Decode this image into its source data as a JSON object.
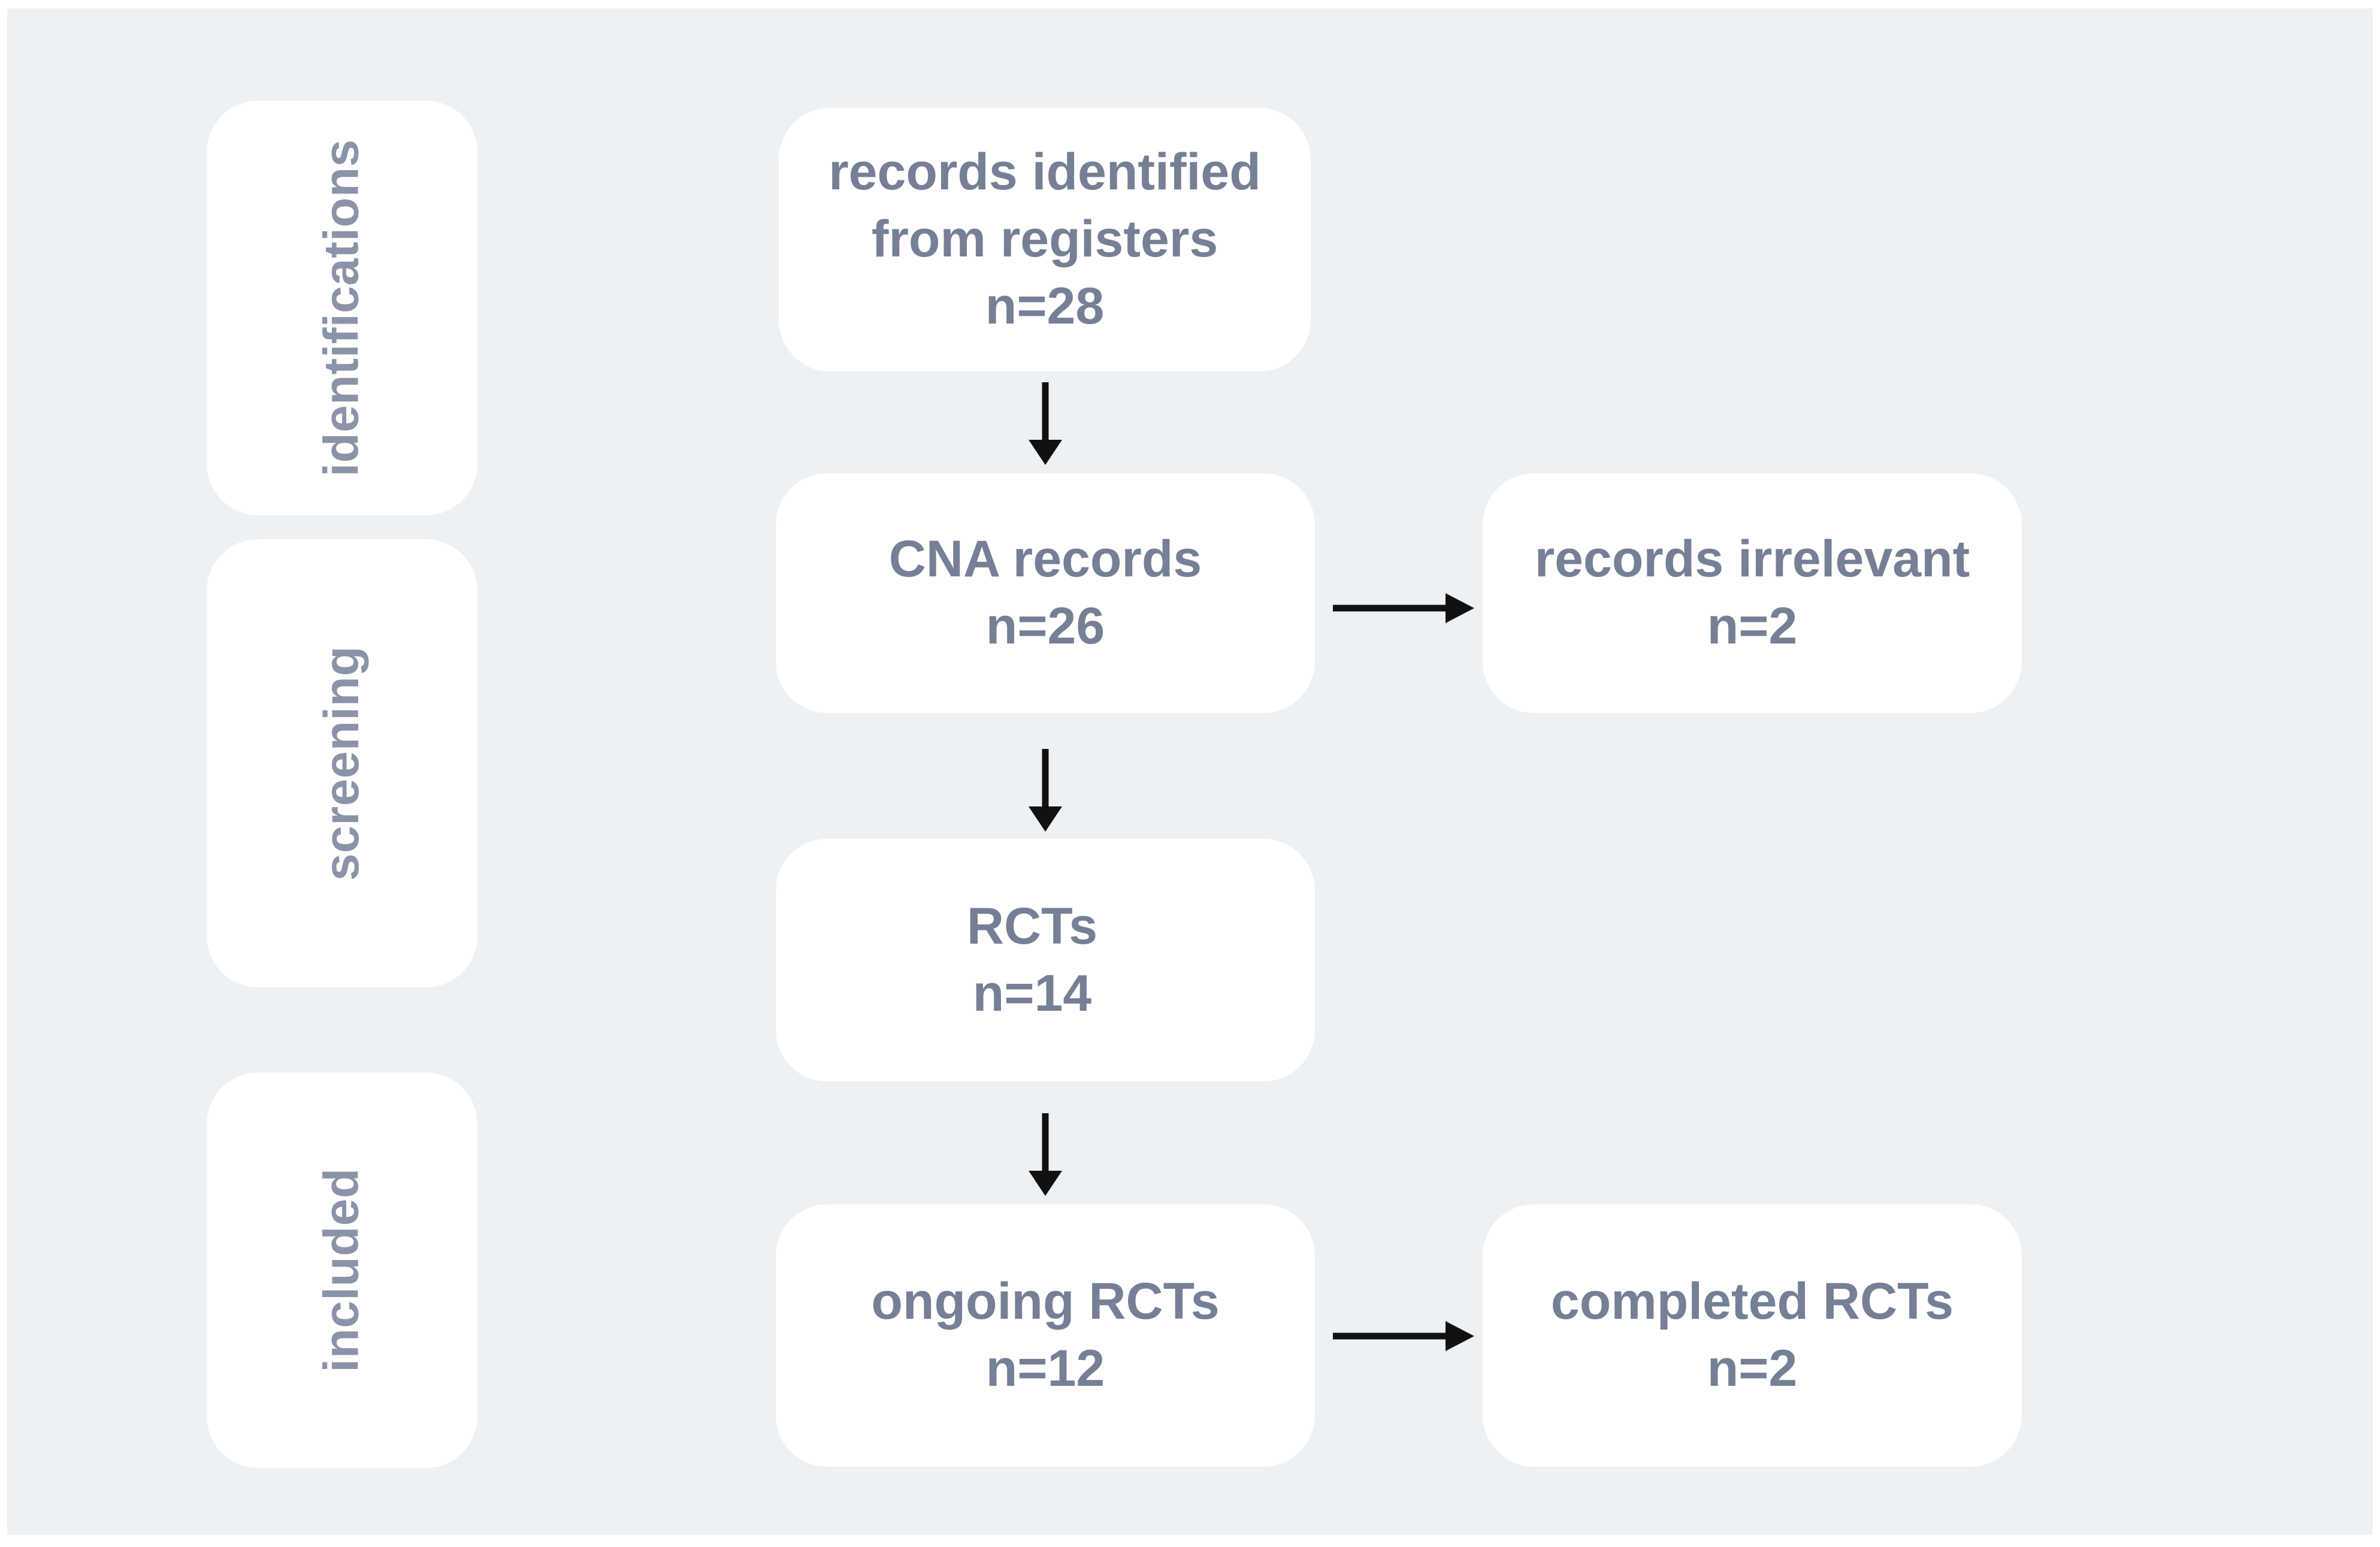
{
  "diagram": {
    "title": "PRISMA-style study selection flow diagram",
    "background_color": "#edf1f4",
    "box_color": "#ffffff",
    "text_color": "#757f95",
    "stage_label_color": "#8a93a8",
    "arrow_color": "#111111"
  },
  "stages": [
    {
      "id": "identification",
      "label": "identifications"
    },
    {
      "id": "screening",
      "label": "screening"
    },
    {
      "id": "included",
      "label": "included"
    }
  ],
  "nodes": {
    "identified": {
      "line1": "records identified",
      "line2": "from registers",
      "count_label": "n=28",
      "n": 28
    },
    "cna": {
      "line1": "CNA records",
      "count_label": "n=26",
      "n": 26
    },
    "irrelevant": {
      "line1": "records irrelevant",
      "count_label": "n=2",
      "n": 2
    },
    "rcts": {
      "line1": "RCTs",
      "count_label": "n=14",
      "n": 14
    },
    "ongoing": {
      "line1": "ongoing RCTs",
      "count_label": "n=12",
      "n": 12
    },
    "completed": {
      "line1": "completed RCTs",
      "count_label": "n=2",
      "n": 2
    }
  },
  "edges": [
    {
      "id": "identified-to-cna",
      "from": "identified",
      "to": "cna",
      "direction": "down"
    },
    {
      "id": "cna-to-irrelevant",
      "from": "cna",
      "to": "irrelevant",
      "direction": "right"
    },
    {
      "id": "cna-to-rcts",
      "from": "cna",
      "to": "rcts",
      "direction": "down"
    },
    {
      "id": "rcts-to-ongoing",
      "from": "rcts",
      "to": "ongoing",
      "direction": "down"
    },
    {
      "id": "ongoing-to-completed",
      "from": "ongoing",
      "to": "completed",
      "direction": "right"
    }
  ],
  "chart_data": {
    "type": "diagram",
    "title": "Study selection flow",
    "flow": [
      {
        "stage": "identifications",
        "label": "records identified from registers",
        "n": 28
      },
      {
        "stage": "screening",
        "label": "CNA records",
        "n": 26
      },
      {
        "stage": "screening",
        "label": "records irrelevant",
        "n": 2,
        "excluded": true
      },
      {
        "stage": "screening",
        "label": "RCTs",
        "n": 14
      },
      {
        "stage": "included",
        "label": "ongoing RCTs",
        "n": 12
      },
      {
        "stage": "included",
        "label": "completed RCTs",
        "n": 2
      }
    ]
  }
}
